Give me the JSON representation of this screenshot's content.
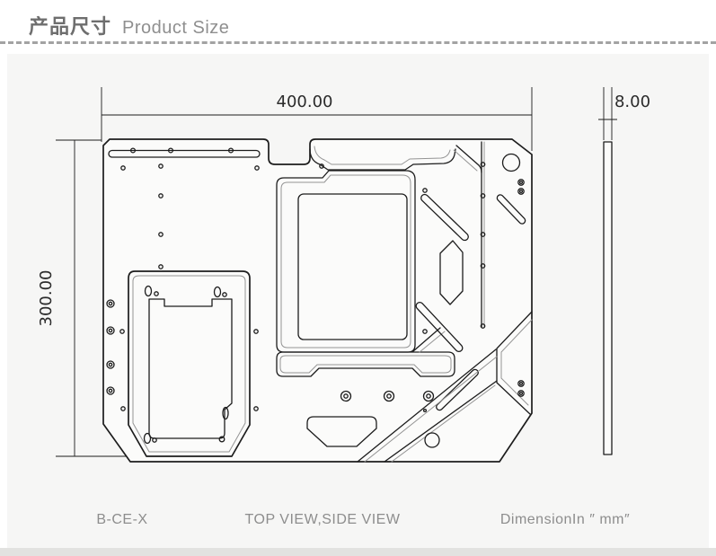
{
  "header": {
    "title_zh": "产品尺寸",
    "title_en": "Product Size"
  },
  "dimensions": {
    "width": "400.00",
    "height": "300.00",
    "thickness": "8.00"
  },
  "footer": {
    "model": "B-CE-X",
    "views": "TOP VIEW,SIDE VIEW",
    "unit": "DimensionIn ″ mm″"
  },
  "colors": {
    "line": "#1c1c1c",
    "engrave": "#949494",
    "dim_text": "#2b2b2b",
    "muted_text": "#8d8d8d",
    "header_zh": "#6e6e6e",
    "header_en": "#8f8f8f",
    "card_bg": "#f6f6f5",
    "strip_bg": "#e2e2e0",
    "page_bg": "#ffffff",
    "dash": "#a3a3a3",
    "plate_fill": "#fbfbfa"
  }
}
